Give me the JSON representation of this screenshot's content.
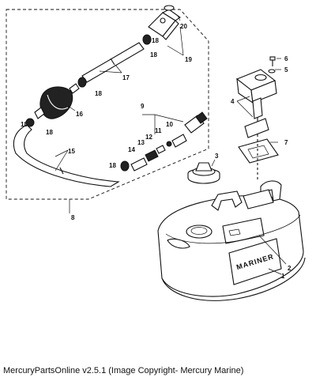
{
  "callouts": [
    "1",
    "2",
    "3",
    "4",
    "5",
    "6",
    "7",
    "8",
    "9",
    "10",
    "11",
    "12",
    "13",
    "14",
    "15",
    "16",
    "17",
    "18",
    "18",
    "18",
    "18",
    "18",
    "18",
    "19",
    "20"
  ],
  "tank": {
    "brand": "MARINER"
  },
  "caption": "MercuryPartsOnline v2.5.1 (Image Copyright- Mercury Marine)"
}
